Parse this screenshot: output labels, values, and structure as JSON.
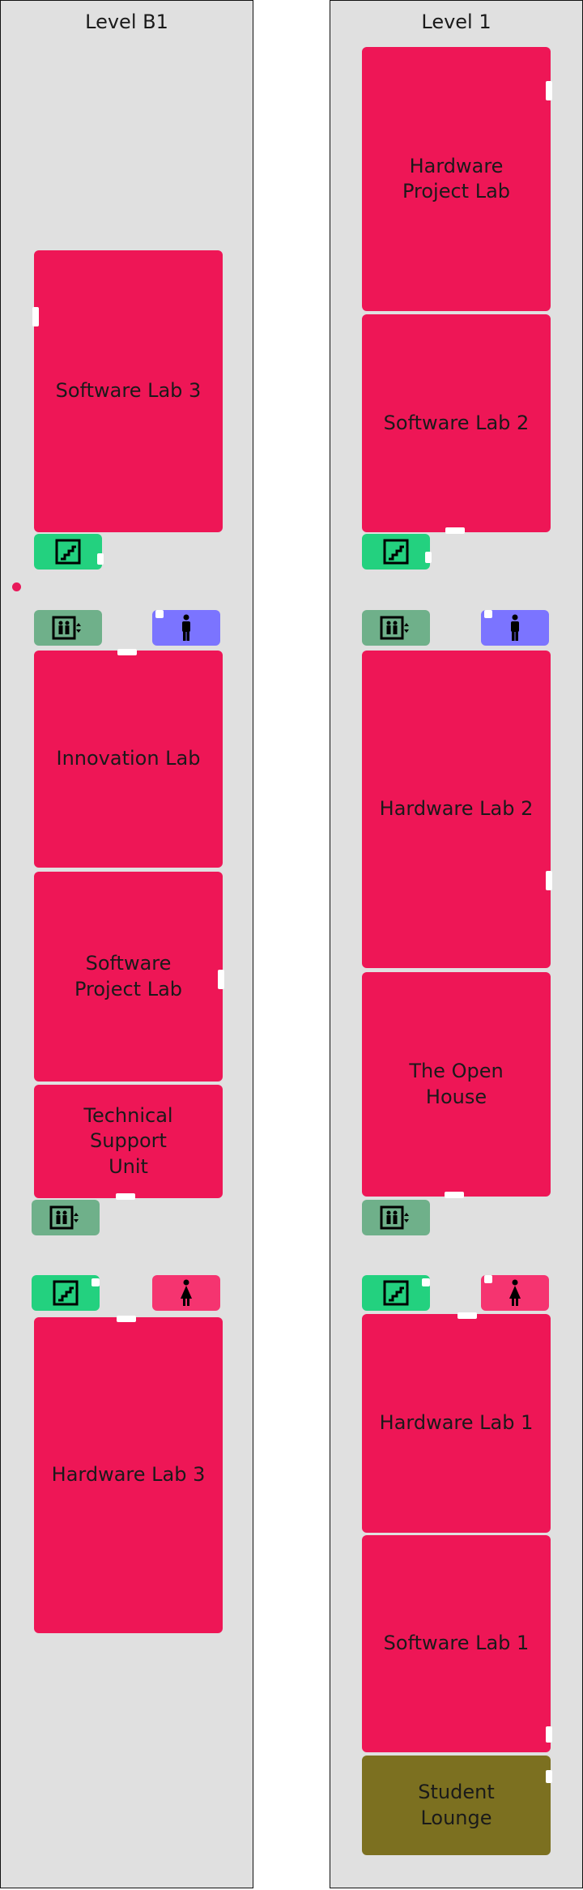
{
  "colors": {
    "room": "#ee1656",
    "lounge": "#7c7020",
    "stairs": "#23d17f",
    "elevator": "#6fb08a",
    "restroom_men": "#7b74ff",
    "restroom_women": "#f53470",
    "marker": "#e8195a"
  },
  "icons": {
    "stairs": "stairs-icon",
    "elevator": "elevator-icon",
    "restroom_men": "men-restroom-icon",
    "restroom_women": "women-restroom-icon"
  },
  "levels": {
    "b1": {
      "title": "Level B1",
      "rooms": {
        "software_lab_3": "Software Lab 3",
        "innovation_lab": "Innovation Lab",
        "software_project_lab": "Software\nProject Lab",
        "technical_support_unit": "Technical\nSupport\nUnit",
        "hardware_lab_3": "Hardware Lab 3"
      }
    },
    "l1": {
      "title": "Level 1",
      "rooms": {
        "hardware_project_lab": "Hardware\nProject Lab",
        "software_lab_2": "Software Lab 2",
        "hardware_lab_2": "Hardware Lab 2",
        "the_open_house": "The Open\nHouse",
        "hardware_lab_1": "Hardware Lab 1",
        "software_lab_1": "Software Lab 1",
        "student_lounge": "Student\nLounge"
      }
    }
  }
}
